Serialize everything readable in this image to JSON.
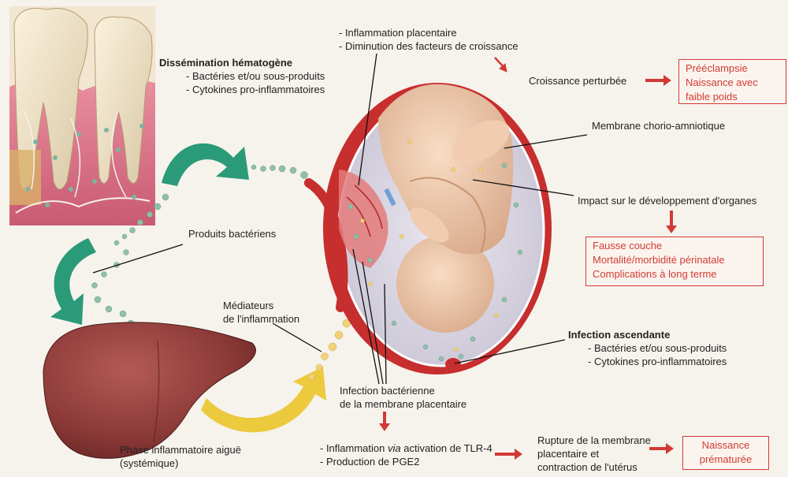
{
  "hematogenous": {
    "title": "Dissémination hématogène",
    "items": [
      "- Bactéries et/ou sous-produits",
      "- Cytokines pro-inflammatoires"
    ]
  },
  "placenta_effects": [
    "- Inflammation placentaire",
    "- Diminution des facteurs de croissance"
  ],
  "growth": {
    "label": "Croissance perturbée",
    "outcomes": [
      "Prééclampsie",
      "Naissance avec",
      "faible poids"
    ]
  },
  "membrane_label": "Membrane chorio-amniotique",
  "organ_impact": {
    "label": "Impact sur le développement d'organes",
    "outcomes": [
      "Fausse couche",
      "Mortalité/morbidité périnatale",
      "Complications à long terme"
    ]
  },
  "bacterial_products": "Produits bactériens",
  "mediators": [
    "Médiateurs",
    "de l'inflammation"
  ],
  "ascending": {
    "title": "Infection ascendante",
    "items": [
      "- Bactéries et/ou sous-produits",
      "- Cytokines pro-inflammatoires"
    ]
  },
  "membrane_infection": [
    "Infection bactérienne",
    "de la membrane placentaire"
  ],
  "acute_phase": [
    "Phase inflammatoire aiguë",
    "(systémique)"
  ],
  "tlr": {
    "prefix": "- Inflammation ",
    "via": "via",
    "suffix": " activation de TLR-4",
    "pge2": "- Production de PGE2"
  },
  "rupture": [
    "Rupture de la membrane",
    "placentaire et",
    "contraction de l'utérus"
  ],
  "preterm": [
    "Naissance",
    "prématurée"
  ],
  "colors": {
    "accent_red": "#d23a35",
    "green_arrow": "#2a9a78",
    "yellow_arrow": "#ecc93d",
    "liver": "#8a3a3a"
  }
}
